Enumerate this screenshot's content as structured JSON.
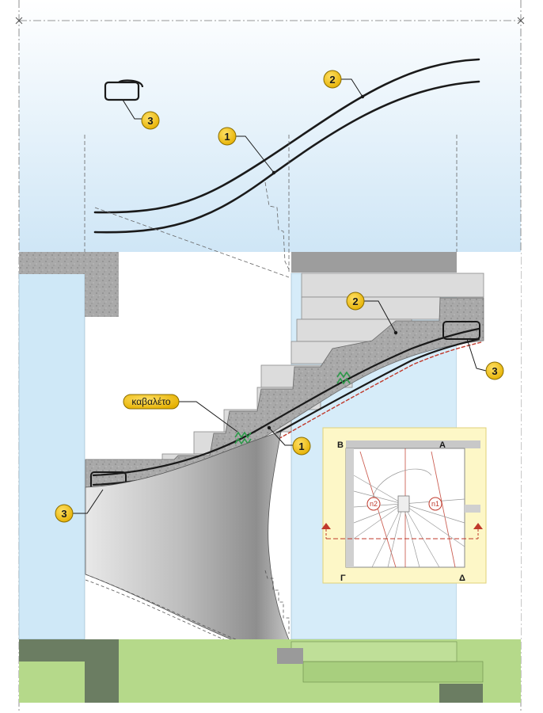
{
  "callouts": {
    "rebar_upper_label": "1",
    "rebar_lower_label": "2",
    "stirrup_label": "3",
    "detail_rebar_upper_label": "1",
    "detail_rebar_lower_label": "2",
    "detail_stirrup_right_label": "3",
    "detail_stirrup_left_label": "3"
  },
  "support_tag": {
    "label": "καβαλέτο"
  },
  "plan_inset": {
    "corner_top_left": "Β",
    "corner_top_right": "Α",
    "corner_bottom_left": "Γ",
    "corner_bottom_right": "Δ",
    "marker_left": "n2",
    "marker_right": "n1"
  },
  "colors": {
    "sky_blue": "#cde6f5",
    "wall_blue": "#cfe8f7",
    "concrete_gray": "#9a9a9a",
    "ground_green": "#b5d98a",
    "dark_green": "#6b7d62",
    "callout_yellow": "#f2c200",
    "rebar_red": "#c0392b",
    "stirrup_green": "#2e9a4a",
    "inset_bg": "#fdf7c7"
  }
}
